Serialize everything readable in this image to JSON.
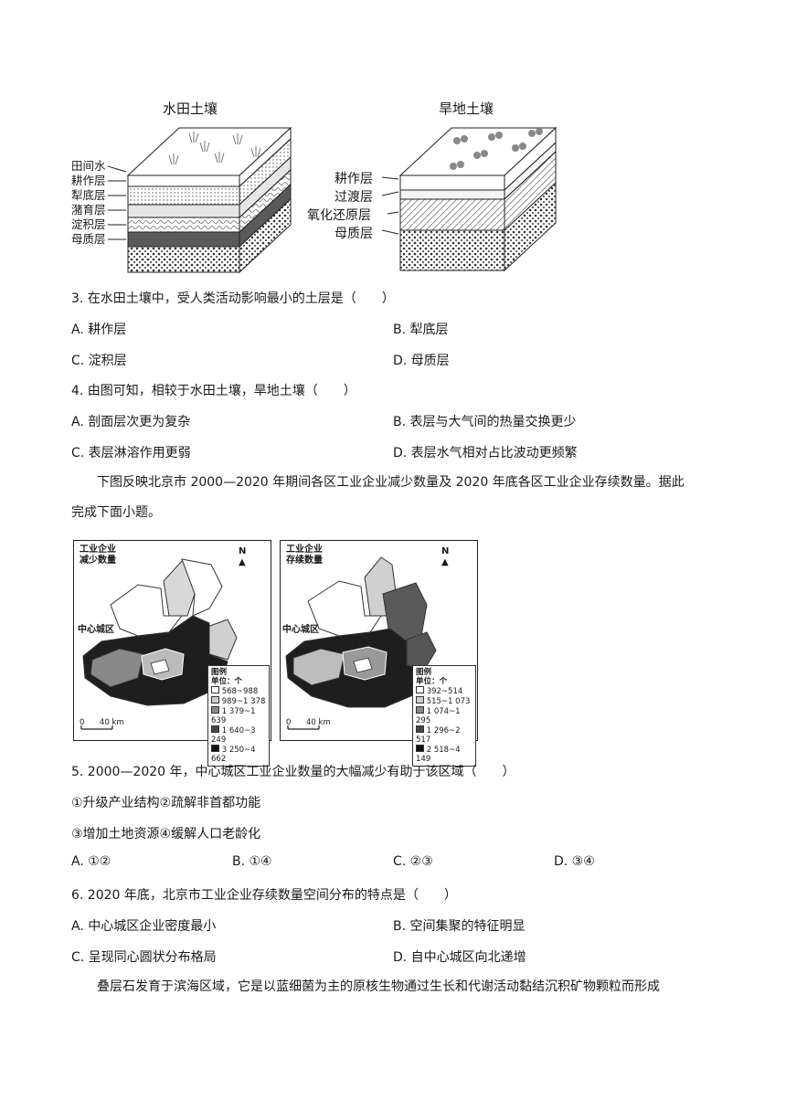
{
  "figure1": {
    "paddy": {
      "title": "水田土壤",
      "layers": [
        "田间水",
        "耕作层",
        "犁底层",
        "潴育层",
        "淀积层",
        "母质层"
      ]
    },
    "dry": {
      "title": "旱地土壤",
      "layers": [
        "耕作层",
        "过渡层",
        "氧化还原层",
        "母质层"
      ]
    }
  },
  "q3": {
    "stem": "3. 在水田土壤中，受人类活动影响最小的土层是（　　）",
    "A": "A. 耕作层",
    "B": "B. 犁底层",
    "C": "C. 淀积层",
    "D": "D. 母质层"
  },
  "q4": {
    "stem": "4. 由图可知，相较于水田土壤，旱地土壤（　　）",
    "A": "A. 剖面层次更为复杂",
    "B": "B. 表层与大气间的热量交换更少",
    "C": "C. 表层淋溶作用更弱",
    "D": "D. 表层水气相对占比波动更频繁"
  },
  "intro2": {
    "line1": "下图反映北京市 2000—2020 年期间各区工业企业减少数量及 2020 年底各区工业企业存续数量。据此",
    "line2": "完成下面小题。"
  },
  "map_left": {
    "title1": "工业企业",
    "title2": "减少数量",
    "north": "N",
    "center_label": "中心城区",
    "legend_title": "图例",
    "legend_unit": "单位：个",
    "legend": [
      "568~988",
      "989~1 378",
      "1 379~1 639",
      "1 640~3 249",
      "3 250~4 662"
    ],
    "scale": "40 km",
    "scale_zero": "0"
  },
  "map_right": {
    "title1": "工业企业",
    "title2": "存续数量",
    "north": "N",
    "center_label": "中心城区",
    "legend_title": "图例",
    "legend_unit": "单位：个",
    "legend": [
      "392~514",
      "515~1 073",
      "1 074~1 295",
      "1 296~2 517",
      "2 518~4 149"
    ],
    "scale": "40 km",
    "scale_zero": "0"
  },
  "q5": {
    "stem": "5. 2000—2020 年，中心城区工业企业数量的大幅减少有助于该区域（　　）",
    "s1": "①升级产业结构②疏解非首都功能",
    "s2": "③增加土地资源④缓解人口老龄化",
    "A": "A. ①②",
    "B": "B. ①④",
    "C": "C. ②③",
    "D": "D. ③④"
  },
  "q6": {
    "stem": "6. 2020 年底，北京市工业企业存续数量空间分布的特点是（　　）",
    "A": "A. 中心城区企业密度最小",
    "B": "B. 空间集聚的特征明显",
    "C": "C. 呈现同心圆状分布格局",
    "D": "D. 自中心城区向北递增"
  },
  "intro3": {
    "line1": "叠层石发育于滨海区域，它是以蓝细菌为主的原核生物通过生长和代谢活动黏结沉积矿物颗粒而形成"
  }
}
